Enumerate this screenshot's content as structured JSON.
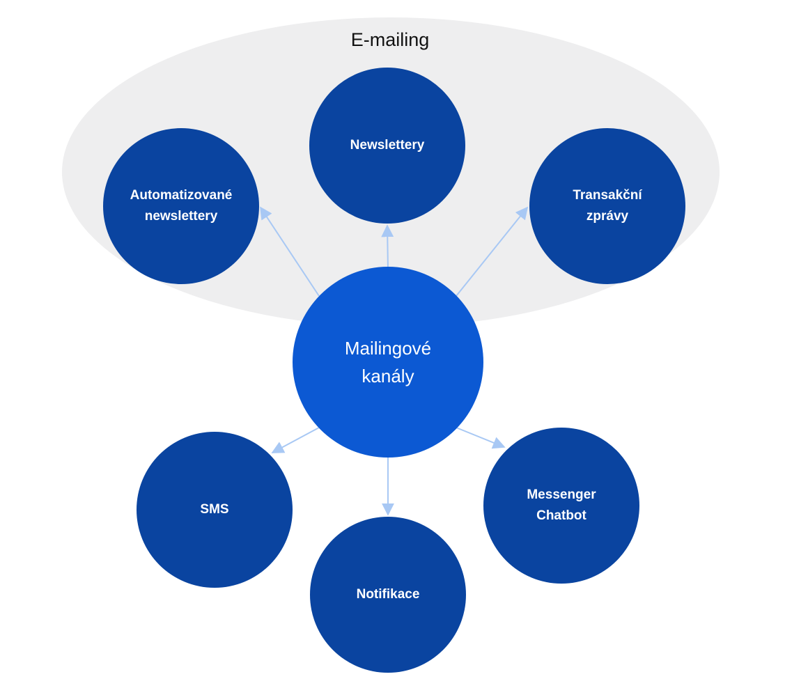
{
  "diagram": {
    "group_label": "E-mailing",
    "center": {
      "label": "Mailingové\nkanály"
    },
    "nodes": [
      {
        "id": "automatizovane",
        "label": "Automatizované\nnewslettery",
        "in_group": true
      },
      {
        "id": "newslettery",
        "label": "Newslettery",
        "in_group": true
      },
      {
        "id": "transakcni",
        "label": "Transakční\nzprávy",
        "in_group": true
      },
      {
        "id": "sms",
        "label": "SMS",
        "in_group": false
      },
      {
        "id": "notifikace",
        "label": "Notifikace",
        "in_group": false
      },
      {
        "id": "messenger",
        "label": "Messenger\nChatbot",
        "in_group": false
      }
    ],
    "colors": {
      "center_fill": "#0C59D3",
      "node_fill": "#0A44A0",
      "group_fill": "#EEEEEF",
      "arrow": "#A8C8F4"
    }
  }
}
